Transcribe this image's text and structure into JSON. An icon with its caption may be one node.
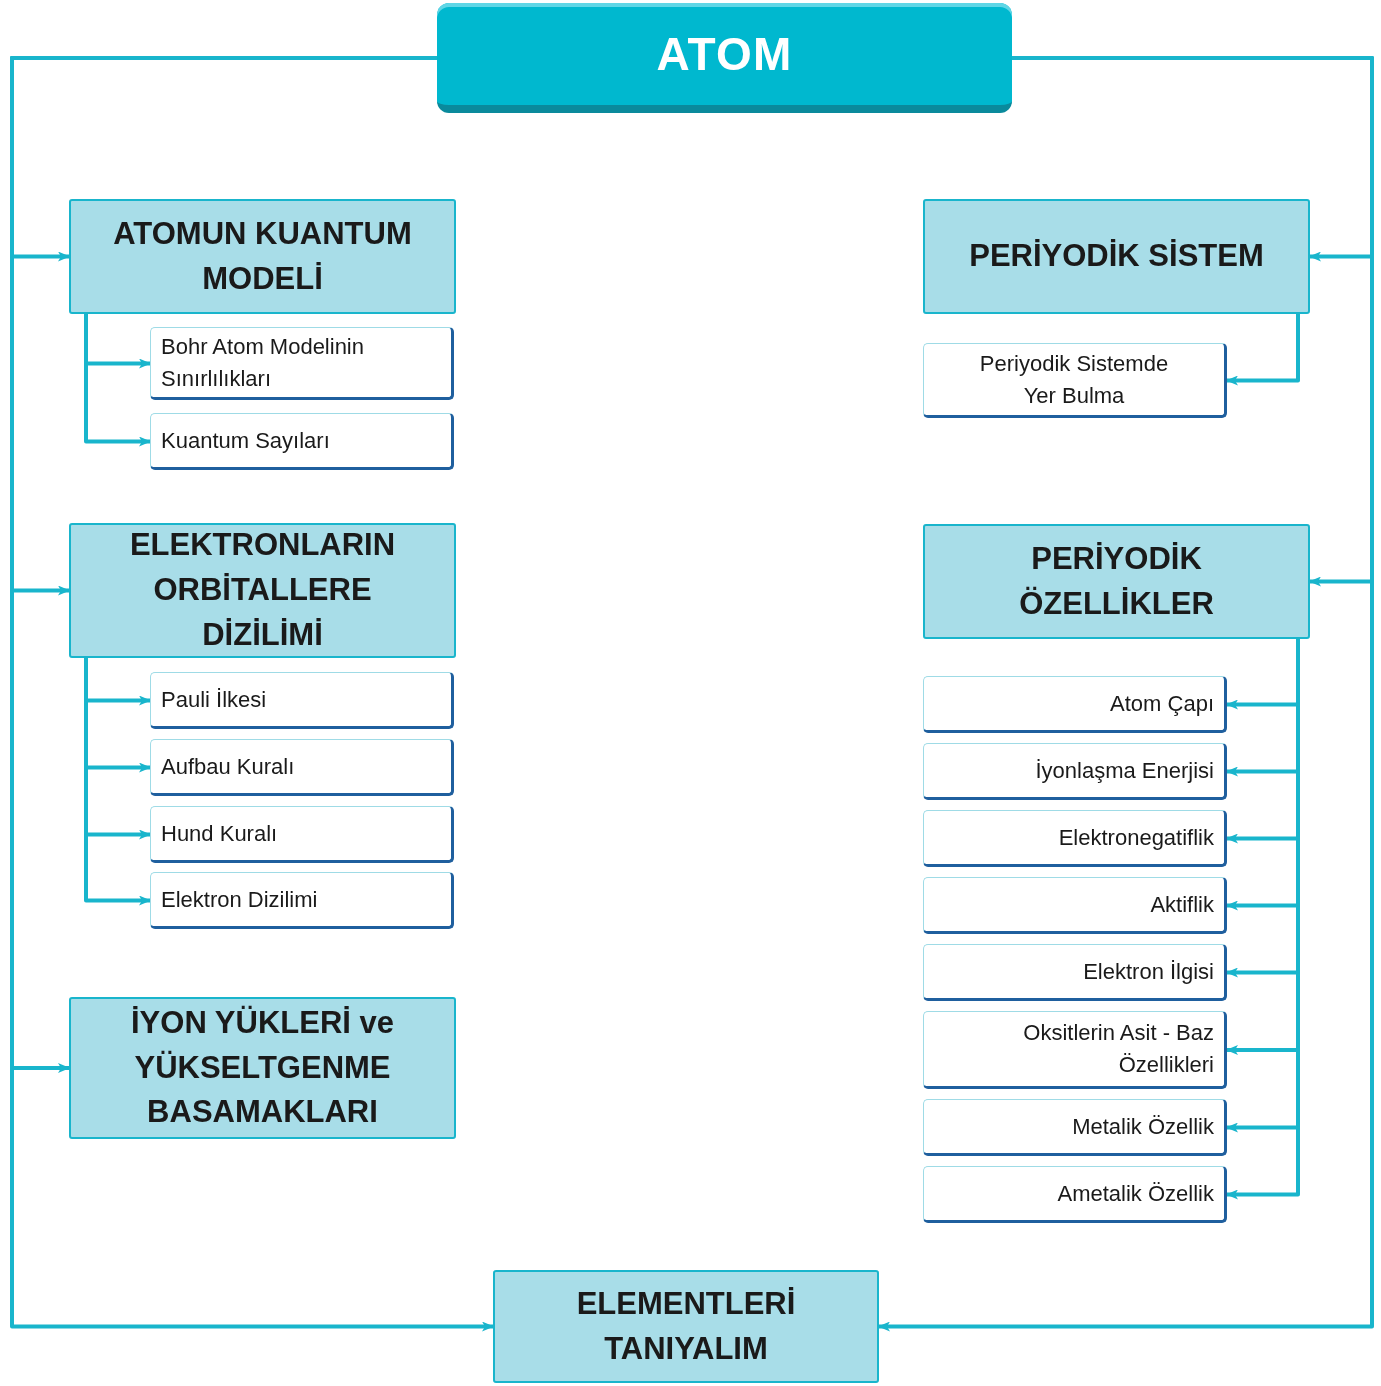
{
  "diagram": {
    "nodes": [
      {
        "text": [
          "ATOM"
        ]
      },
      {
        "text": [
          "ATOMUN KUANTUM MODELİ"
        ]
      },
      {
        "text": [
          "Bohr Atom Modelinin Sınırlılıkları"
        ]
      },
      {
        "text": [
          "Kuantum Sayıları"
        ]
      },
      {
        "text": [
          "ELEKTRONLARIN ORBİTALLERE DİZİLİMİ"
        ]
      },
      {
        "text": [
          "Pauli İlkesi"
        ]
      },
      {
        "text": [
          "Aufbau Kuralı"
        ]
      },
      {
        "text": [
          "Hund Kuralı"
        ]
      },
      {
        "text": [
          "Elektron Dizilimi"
        ]
      },
      {
        "text": [
          "İYON YÜKLERİ ve YÜKSELTGENME BASAMAKLARI"
        ]
      },
      {
        "text": [
          "PERİYODİK SİSTEM"
        ]
      },
      {
        "text": [
          "Periyodik Sistemde Yer Bulma"
        ]
      },
      {
        "text": [
          "PERİYODİK ÖZELLİKLER"
        ]
      },
      {
        "text": [
          "Atom Çapı"
        ]
      },
      {
        "text": [
          "İyonlaşma Enerjisi"
        ]
      },
      {
        "text": [
          "Elektronegatiflik"
        ]
      },
      {
        "text": [
          "Aktiflik"
        ]
      },
      {
        "text": [
          "Elektron İlgisi"
        ]
      },
      {
        "text": [
          "Oksitlerin Asit - Baz Özellikleri"
        ]
      },
      {
        "text": [
          "Metalik Özellik"
        ]
      },
      {
        "text": [
          "Ametalik Özellik"
        ]
      },
      {
        "text": [
          "ELEMENTLERİ TANIYALIM"
        ]
      }
    ],
    "edges": [
      {
        "from": 0,
        "to": 1,
        "arrow": "to"
      },
      {
        "from": 0,
        "to": 4,
        "arrow": "to"
      },
      {
        "from": 0,
        "to": 9,
        "arrow": "to"
      },
      {
        "from": 0,
        "to": 21,
        "arrow": "to"
      },
      {
        "from": 0,
        "to": 10,
        "arrow": "to"
      },
      {
        "from": 0,
        "to": 12,
        "arrow": "to"
      },
      {
        "from": 0,
        "to": 21,
        "arrow": "to"
      },
      {
        "from": 1,
        "to": 2,
        "arrow": "to"
      },
      {
        "from": 1,
        "to": 3,
        "arrow": "to"
      },
      {
        "from": 4,
        "to": 5,
        "arrow": "to"
      },
      {
        "from": 4,
        "to": 6,
        "arrow": "to"
      },
      {
        "from": 4,
        "to": 7,
        "arrow": "to"
      },
      {
        "from": 4,
        "to": 8,
        "arrow": "to"
      },
      {
        "from": 10,
        "to": 11,
        "arrow": "to"
      },
      {
        "from": 12,
        "to": 13,
        "arrow": "to"
      },
      {
        "from": 12,
        "to": 14,
        "arrow": "to"
      },
      {
        "from": 12,
        "to": 15,
        "arrow": "to"
      },
      {
        "from": 12,
        "to": 16,
        "arrow": "to"
      },
      {
        "from": 12,
        "to": 17,
        "arrow": "to"
      },
      {
        "from": 12,
        "to": 18,
        "arrow": "to"
      },
      {
        "from": 12,
        "to": 19,
        "arrow": "to"
      },
      {
        "from": 12,
        "to": 20,
        "arrow": "to"
      }
    ]
  }
}
